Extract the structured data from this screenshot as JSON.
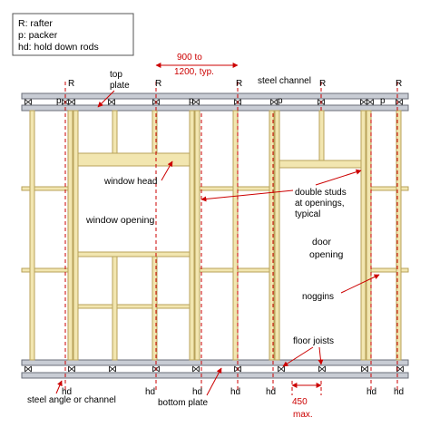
{
  "legend": {
    "lines": [
      "R: rafter",
      "p: packer",
      "hd: hold down rods"
    ]
  },
  "labels": {
    "top_plate_1": "top",
    "top_plate_2": "plate",
    "spacing_1": "900 to",
    "spacing_2": "1200, typ.",
    "steel_channel": "steel channel",
    "rafter": "R",
    "packer": "p",
    "window_head": "window head",
    "window_opening": "window opening",
    "double_studs_1": "double studs",
    "double_studs_2": "at openings,",
    "double_studs_3": "typical",
    "door_opening_1": "door",
    "door_opening_2": "opening",
    "noggins": "noggins",
    "floor_joists": "floor joists",
    "hold_down": "hd",
    "steel_angle": "steel angle or channel",
    "bottom_plate": "bottom plate",
    "max_1": "450",
    "max_2": "max."
  },
  "colors": {
    "timber_fill": "#f2e6b0",
    "timber_stroke": "#b8a25a",
    "steel_fill": "#c8ccd4",
    "steel_stroke": "#6a6e78",
    "dimension_red": "#cc0000",
    "leader": "#cc0000"
  }
}
